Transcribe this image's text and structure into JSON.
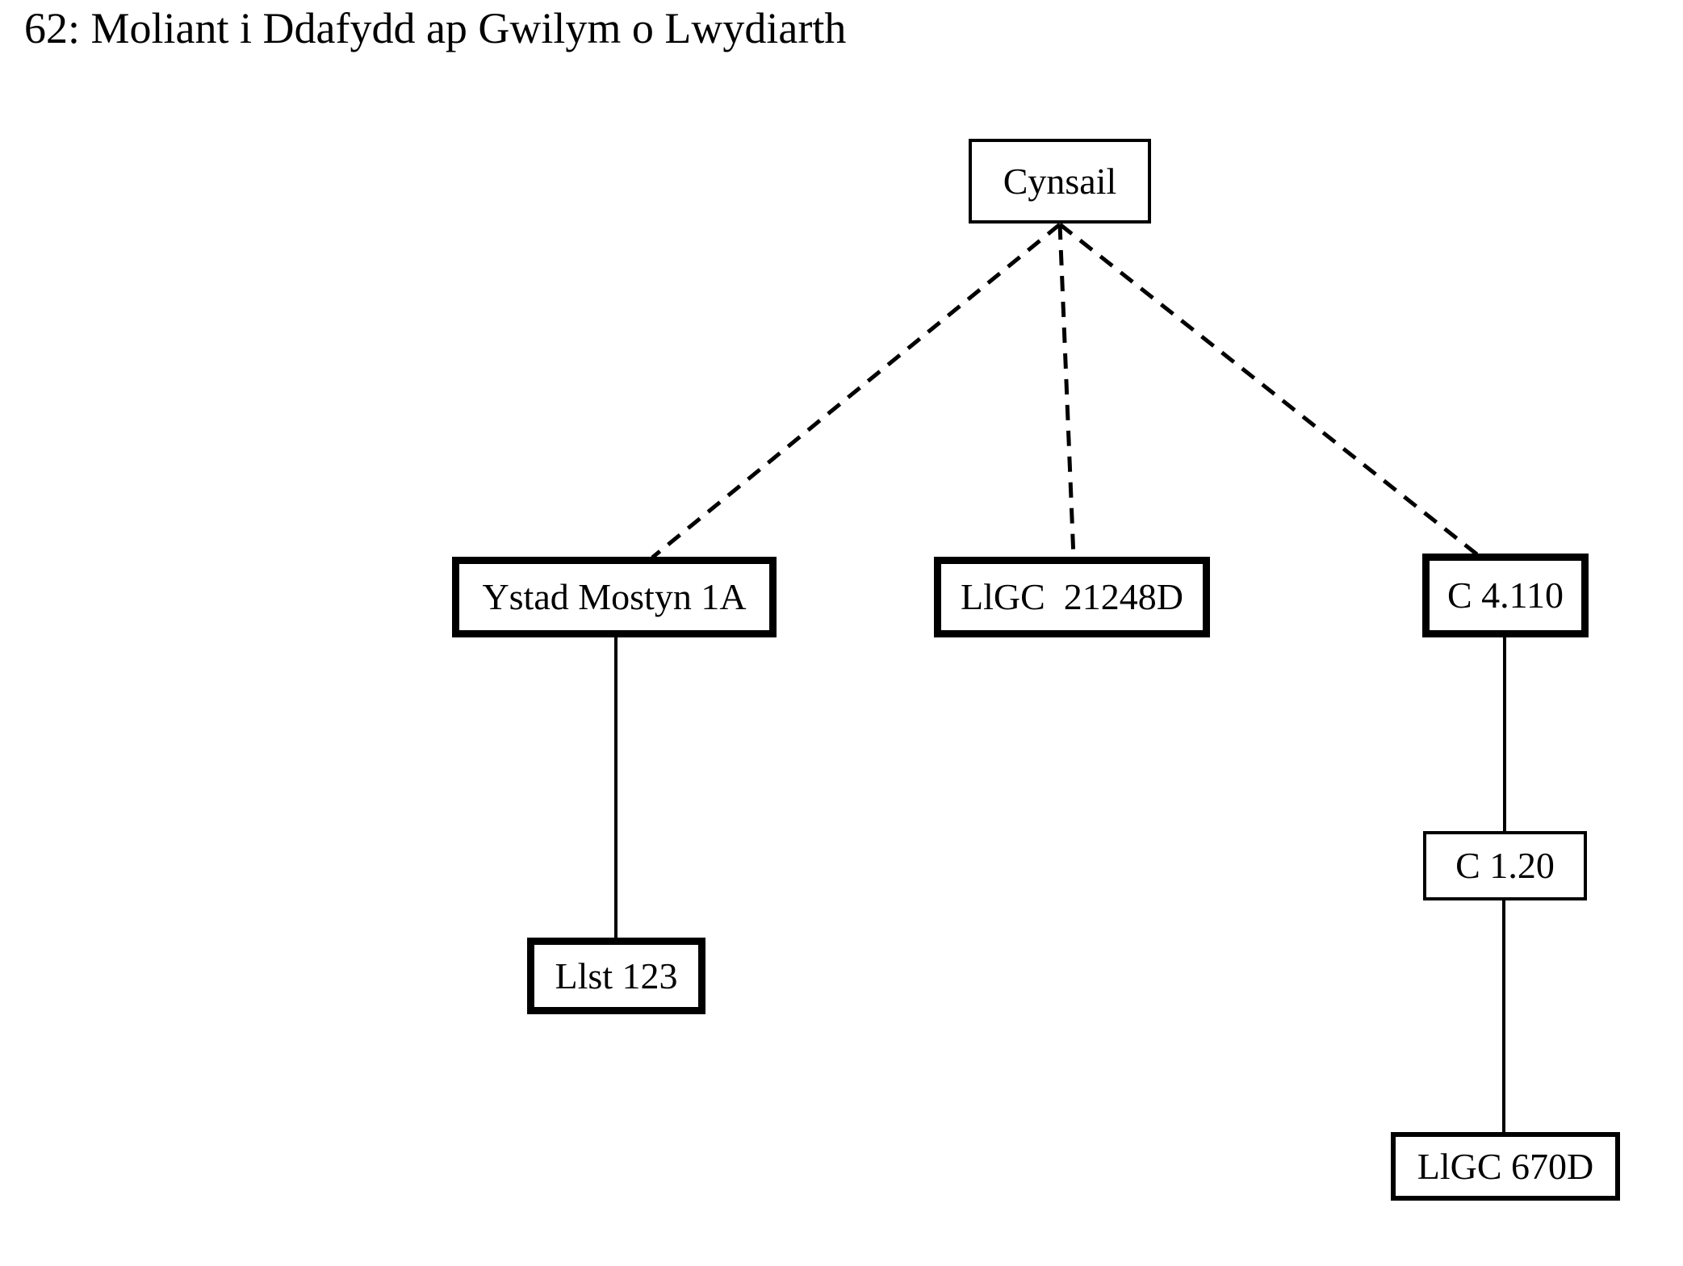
{
  "page": {
    "title": "62: Moliant i Ddafydd ap Gwilym o Lwydiarth"
  },
  "colors": {
    "background": "#ffffff",
    "ink": "#000000"
  },
  "diagram": {
    "type": "stemma-tree",
    "root": "Cynsail",
    "nodes": [
      {
        "id": "cynsail",
        "label": "Cynsail",
        "level": 0,
        "border_weight": "thin"
      },
      {
        "id": "ystad-mostyn-1a",
        "label": "Ystad Mostyn 1A",
        "level": 1,
        "border_weight": "thick"
      },
      {
        "id": "llgc-21248d",
        "label": "LlGC  21248D",
        "level": 1,
        "border_weight": "thick"
      },
      {
        "id": "c-4-110",
        "label": "C 4.110",
        "level": 1,
        "border_weight": "thick"
      },
      {
        "id": "llst-123",
        "label": "Llst 123",
        "level": 2,
        "border_weight": "thick"
      },
      {
        "id": "c-1-20",
        "label": "C 1.20",
        "level": 2,
        "border_weight": "thin"
      },
      {
        "id": "llgc-670d",
        "label": "LlGC 670D",
        "level": 3,
        "border_weight": "medium"
      }
    ],
    "edges": [
      {
        "from": "cynsail",
        "to": "ystad-mostyn-1a",
        "style": "dashed"
      },
      {
        "from": "cynsail",
        "to": "llgc-21248d",
        "style": "dashed"
      },
      {
        "from": "cynsail",
        "to": "c-4-110",
        "style": "dashed"
      },
      {
        "from": "ystad-mostyn-1a",
        "to": "llst-123",
        "style": "solid"
      },
      {
        "from": "c-4-110",
        "to": "c-1-20",
        "style": "solid"
      },
      {
        "from": "c-1-20",
        "to": "llgc-670d",
        "style": "solid"
      }
    ]
  }
}
